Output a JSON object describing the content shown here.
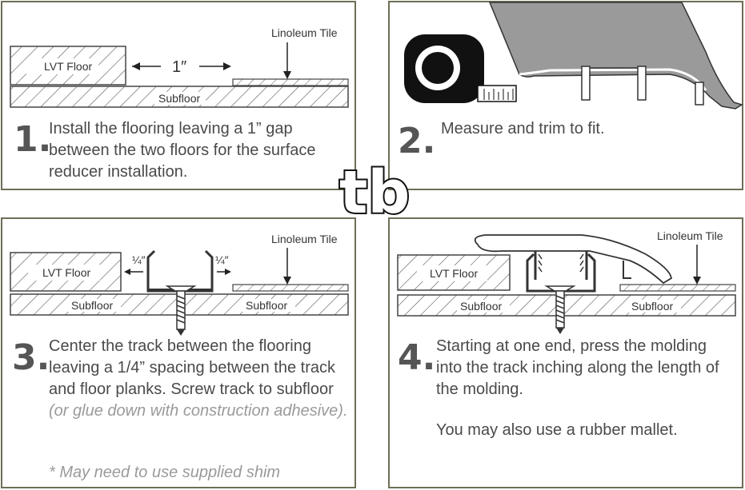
{
  "step1": {
    "number": "1.",
    "text": "Install the flooring leaving a 1” gap between the two floors for the surface reducer installation.",
    "label_lvt": "LVT Floor",
    "label_subfloor": "Subfloor",
    "label_linoleum": "Linoleum Tile",
    "gap_label": "1″"
  },
  "step2": {
    "number": "2.",
    "text": "Measure and trim to fit."
  },
  "step3": {
    "number": "3.",
    "text": "Center the track between the flooring leaving a 1/4” spacing between the track and floor planks. Screw track to subfloor",
    "note": "(or glue down with construction adhesive).",
    "shim": "* May need to use supplied shim",
    "label_lvt": "LVT Floor",
    "label_subfloor_left": "Subfloor",
    "label_subfloor_right": "Subfloor",
    "label_linoleum": "Linoleum Tile",
    "spacing_left": "¼″",
    "spacing_right": "¼″"
  },
  "step4": {
    "number": "4.",
    "text": "Starting at one end, press the molding into the track inching along the length of the molding.",
    "extra": "You may also use a rubber mallet.",
    "label_lvt": "LVT Floor",
    "label_subfloor_left": "Subfloor",
    "label_subfloor_right": "Subfloor",
    "label_linoleum": "Linoleum Tile"
  },
  "logo": {
    "text": "tb"
  },
  "colors": {
    "border": "#6f6e57",
    "hatch": "#555555",
    "number": "#555555",
    "molding": "#9a9a9a"
  }
}
